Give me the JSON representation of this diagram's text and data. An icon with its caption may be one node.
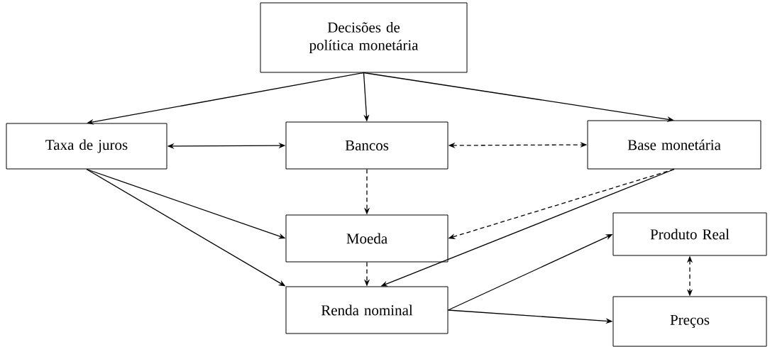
{
  "diagram": {
    "nodes": [
      {
        "text": [
          "Decisões de política monetária"
        ]
      },
      {
        "text": [
          "Taxa de juros"
        ]
      },
      {
        "text": [
          "Bancos"
        ]
      },
      {
        "text": [
          "Base monetária"
        ]
      },
      {
        "text": [
          "Moeda"
        ]
      },
      {
        "text": [
          "Produto Real"
        ]
      },
      {
        "text": [
          "Renda nominal"
        ]
      },
      {
        "text": [
          "Preços"
        ]
      }
    ],
    "edges": [
      {
        "from": 0,
        "to": 1,
        "arrow": "to"
      },
      {
        "from": 0,
        "to": 2,
        "arrow": "to"
      },
      {
        "from": 0,
        "to": 3,
        "arrow": "to"
      },
      {
        "from": 1,
        "to": 2,
        "arrow": "both"
      },
      {
        "from": 2,
        "to": 3,
        "arrow": "both",
        "style": "dashed"
      },
      {
        "from": 2,
        "to": 4,
        "arrow": "to",
        "style": "dashed"
      },
      {
        "from": 1,
        "to": 4,
        "arrow": "to"
      },
      {
        "from": 1,
        "to": 6,
        "arrow": "to"
      },
      {
        "from": 3,
        "to": 4,
        "arrow": "to",
        "style": "dashed"
      },
      {
        "from": 3,
        "to": 6,
        "arrow": "to"
      },
      {
        "from": 4,
        "to": 6,
        "arrow": "to",
        "style": "dashed"
      },
      {
        "from": 6,
        "to": 5,
        "arrow": "to"
      },
      {
        "from": 6,
        "to": 7,
        "arrow": "to"
      },
      {
        "from": 5,
        "to": 7,
        "arrow": "both",
        "style": "dashed"
      }
    ]
  }
}
